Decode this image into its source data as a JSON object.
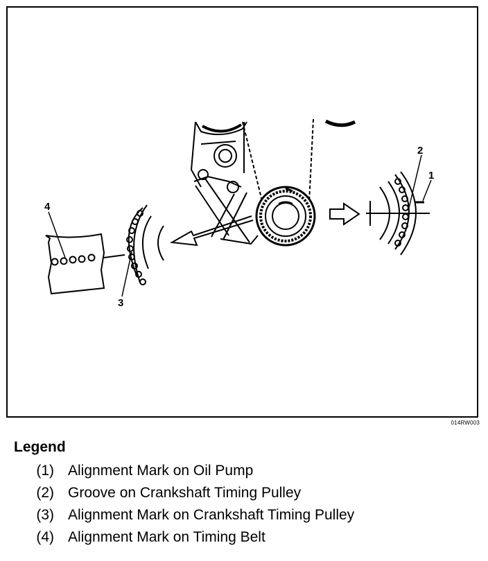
{
  "figure": {
    "code": "014RW003",
    "callouts": [
      "1",
      "2",
      "3",
      "4"
    ]
  },
  "legend": {
    "title": "Legend",
    "items": [
      {
        "num": "(1)",
        "text": "Alignment Mark on Oil Pump"
      },
      {
        "num": "(2)",
        "text": "Groove on Crankshaft Timing Pulley"
      },
      {
        "num": "(3)",
        "text": "Alignment Mark on Crankshaft Timing Pulley"
      },
      {
        "num": "(4)",
        "text": "Alignment Mark on Timing Belt"
      }
    ]
  }
}
